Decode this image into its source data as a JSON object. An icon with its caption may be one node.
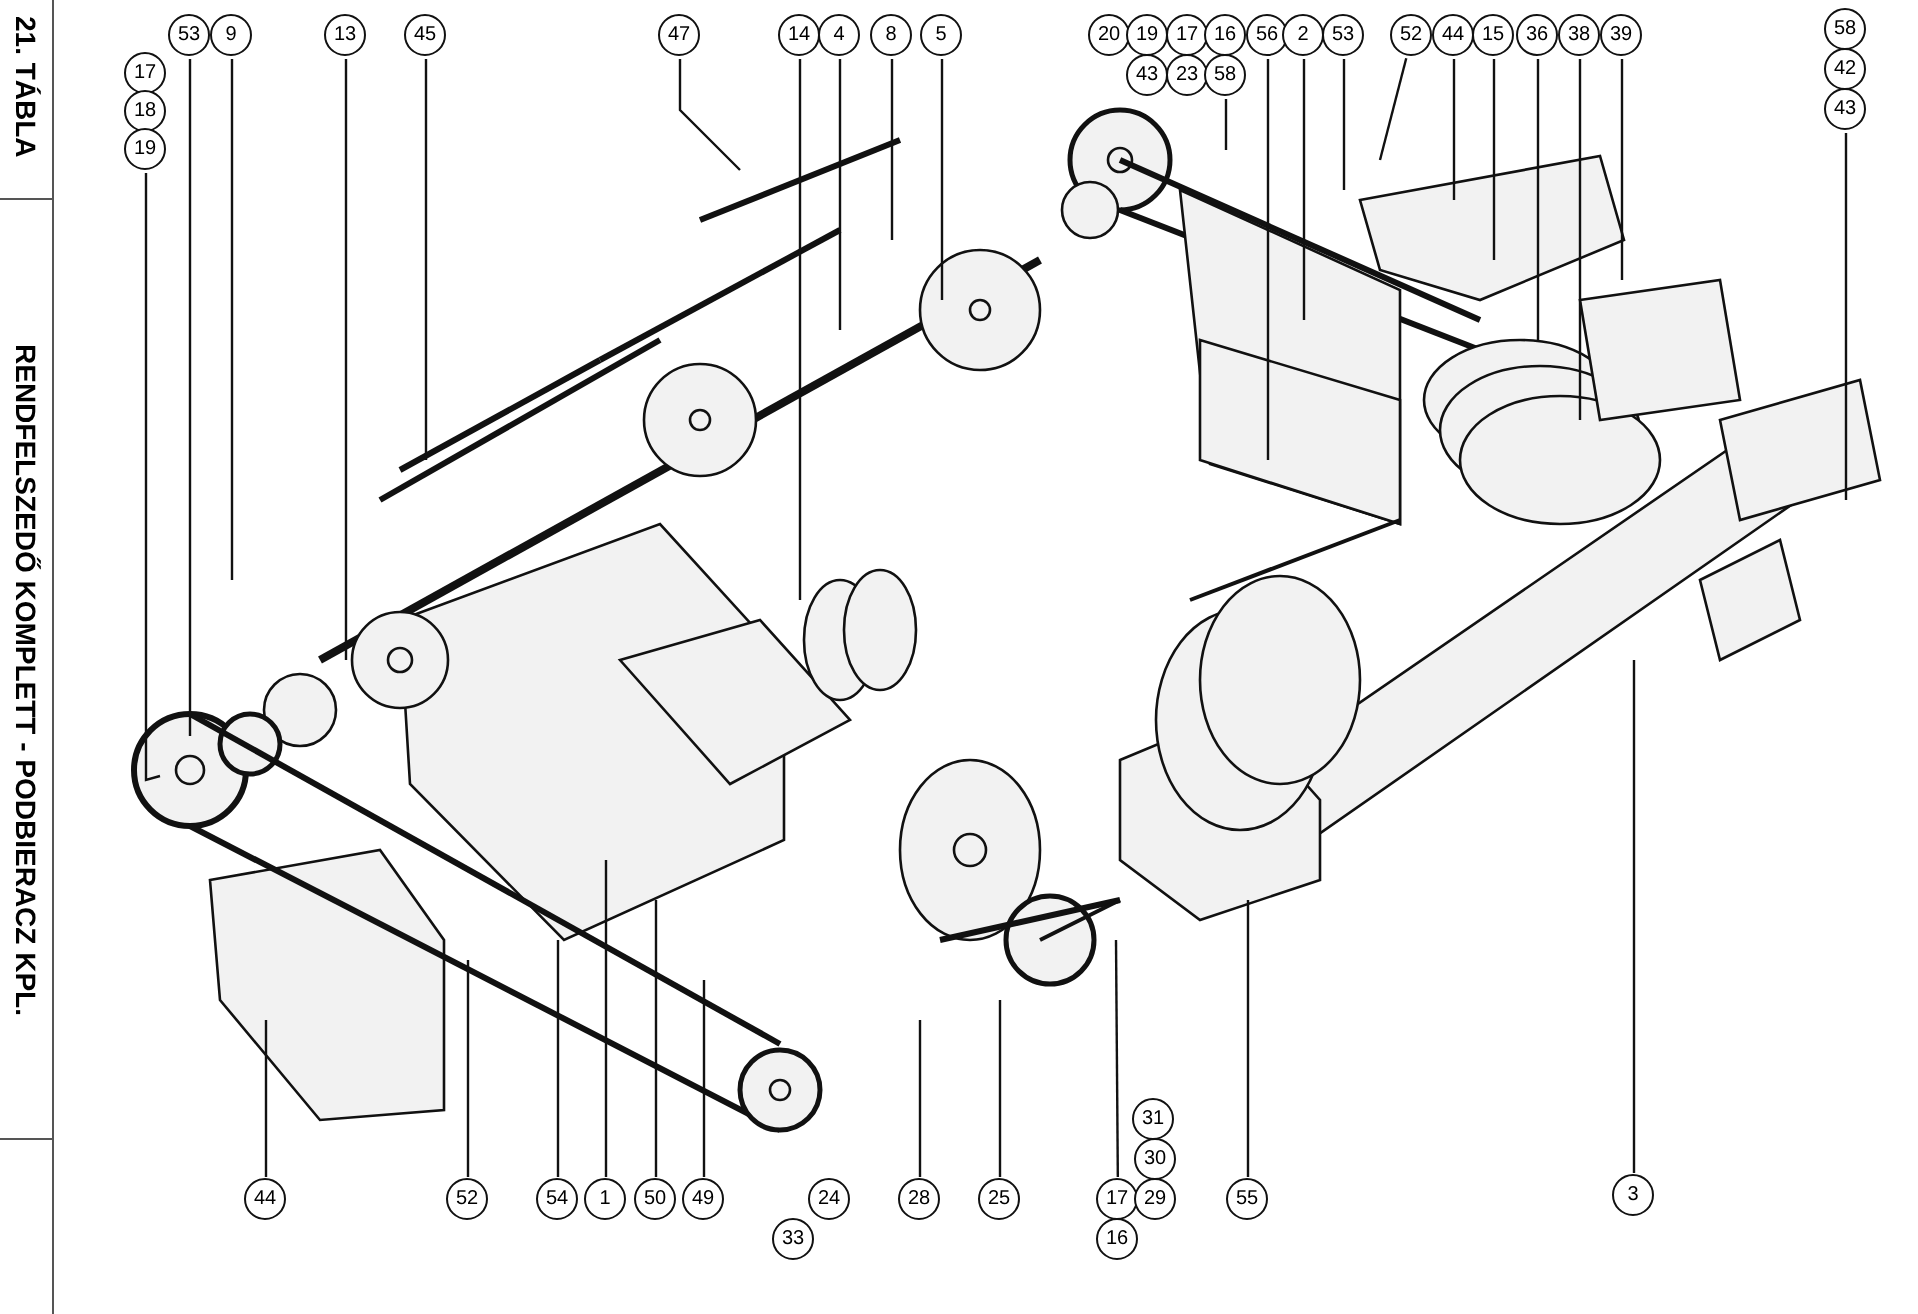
{
  "diagram": {
    "title": "RENDFELSZEDŐ KOMPLETT - PODBIERACZ KPL.",
    "nodes": [
      {
        "text": [
          "53"
        ]
      },
      {
        "text": [
          "9"
        ]
      },
      {
        "text": [
          "17"
        ]
      },
      {
        "text": [
          "18"
        ]
      },
      {
        "text": [
          "19"
        ]
      },
      {
        "text": [
          "13"
        ]
      },
      {
        "text": [
          "45"
        ]
      },
      {
        "text": [
          "47"
        ]
      },
      {
        "text": [
          "14"
        ]
      },
      {
        "text": [
          "4"
        ]
      },
      {
        "text": [
          "8"
        ]
      },
      {
        "text": [
          "5"
        ]
      },
      {
        "text": [
          "20"
        ]
      },
      {
        "text": [
          "19"
        ]
      },
      {
        "text": [
          "17"
        ]
      },
      {
        "text": [
          "16"
        ]
      },
      {
        "text": [
          "56"
        ]
      },
      {
        "text": [
          "2"
        ]
      },
      {
        "text": [
          "53"
        ]
      },
      {
        "text": [
          "43"
        ]
      },
      {
        "text": [
          "23"
        ]
      },
      {
        "text": [
          "58"
        ]
      },
      {
        "text": [
          "52"
        ]
      },
      {
        "text": [
          "44"
        ]
      },
      {
        "text": [
          "15"
        ]
      },
      {
        "text": [
          "36"
        ]
      },
      {
        "text": [
          "38"
        ]
      },
      {
        "text": [
          "39"
        ]
      },
      {
        "text": [
          "58"
        ]
      },
      {
        "text": [
          "42"
        ]
      },
      {
        "text": [
          "43"
        ]
      },
      {
        "text": [
          "44"
        ]
      },
      {
        "text": [
          "52"
        ]
      },
      {
        "text": [
          "54"
        ]
      },
      {
        "text": [
          "1"
        ]
      },
      {
        "text": [
          "50"
        ]
      },
      {
        "text": [
          "49"
        ]
      },
      {
        "text": [
          "24"
        ]
      },
      {
        "text": [
          "33"
        ]
      },
      {
        "text": [
          "28"
        ]
      },
      {
        "text": [
          "25"
        ]
      },
      {
        "text": [
          "31"
        ]
      },
      {
        "text": [
          "30"
        ]
      },
      {
        "text": [
          "17"
        ]
      },
      {
        "text": [
          "29"
        ]
      },
      {
        "text": [
          "16"
        ]
      },
      {
        "text": [
          "55"
        ]
      },
      {
        "text": [
          "3"
        ]
      }
    ],
    "edges": [
      {
        "from": 0,
        "to": null,
        "arrow": "none"
      },
      {
        "from": 1,
        "to": null,
        "arrow": "none"
      },
      {
        "from": 4,
        "to": null,
        "arrow": "none"
      },
      {
        "from": 5,
        "to": null,
        "arrow": "none"
      },
      {
        "from": 6,
        "to": null,
        "arrow": "none"
      },
      {
        "from": 7,
        "to": null,
        "arrow": "none"
      },
      {
        "from": 8,
        "to": null,
        "arrow": "none"
      },
      {
        "from": 9,
        "to": null,
        "arrow": "none"
      },
      {
        "from": 10,
        "to": null,
        "arrow": "none"
      },
      {
        "from": 11,
        "to": null,
        "arrow": "none"
      },
      {
        "from": 21,
        "to": null,
        "arrow": "none"
      },
      {
        "from": 16,
        "to": null,
        "arrow": "none"
      },
      {
        "from": 17,
        "to": null,
        "arrow": "none"
      },
      {
        "from": 18,
        "to": null,
        "arrow": "none"
      },
      {
        "from": 22,
        "to": null,
        "arrow": "none"
      },
      {
        "from": 23,
        "to": null,
        "arrow": "none"
      },
      {
        "from": 24,
        "to": null,
        "arrow": "none"
      },
      {
        "from": 25,
        "to": null,
        "arrow": "none"
      },
      {
        "from": 26,
        "to": null,
        "arrow": "none"
      },
      {
        "from": 27,
        "to": null,
        "arrow": "none"
      },
      {
        "from": 30,
        "to": null,
        "arrow": "none"
      },
      {
        "from": 31,
        "to": null,
        "arrow": "none"
      },
      {
        "from": 32,
        "to": null,
        "arrow": "none"
      },
      {
        "from": 33,
        "to": null,
        "arrow": "none"
      },
      {
        "from": 34,
        "to": null,
        "arrow": "none"
      },
      {
        "from": 35,
        "to": null,
        "arrow": "none"
      },
      {
        "from": 36,
        "to": null,
        "arrow": "none"
      },
      {
        "from": 39,
        "to": null,
        "arrow": "none"
      },
      {
        "from": 40,
        "to": null,
        "arrow": "none"
      },
      {
        "from": 43,
        "to": null,
        "arrow": "none"
      },
      {
        "from": 46,
        "to": null,
        "arrow": "none"
      },
      {
        "from": 47,
        "to": null,
        "arrow": "none"
      }
    ],
    "labels": [
      "21. TÁBLA"
    ]
  }
}
